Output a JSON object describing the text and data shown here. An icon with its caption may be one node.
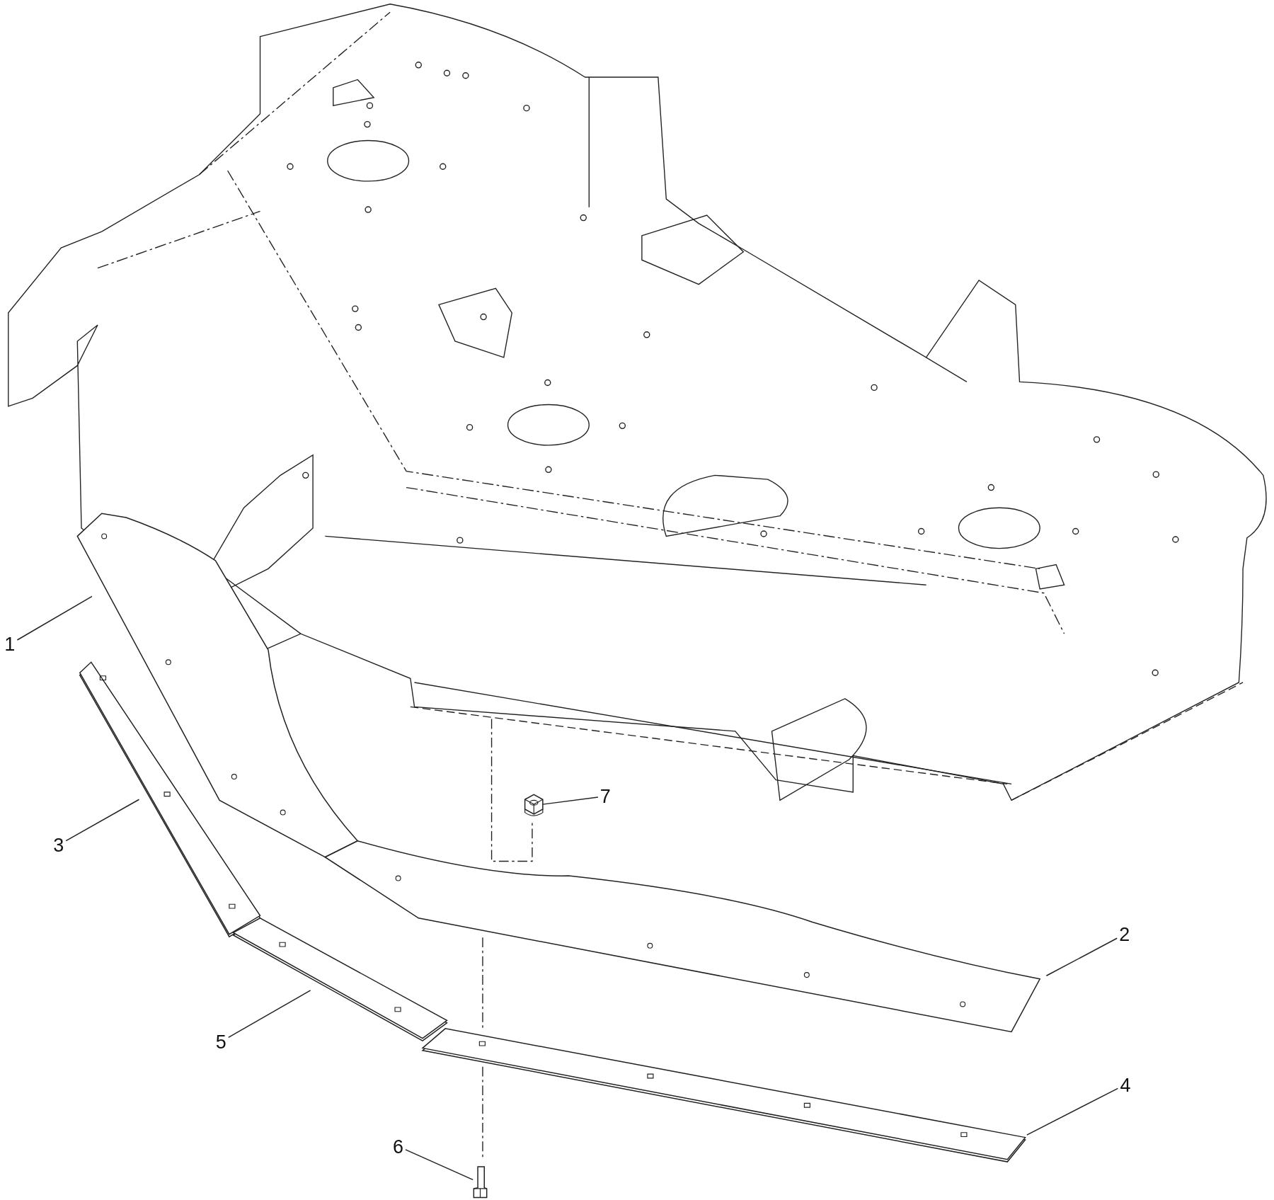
{
  "diagram": {
    "nodes": [
      {
        "text": [
          "1"
        ]
      },
      {
        "text": [
          "7"
        ]
      },
      {
        "text": [
          "3"
        ]
      },
      {
        "text": [
          "2"
        ]
      },
      {
        "text": [
          "5"
        ]
      },
      {
        "text": [
          "4"
        ]
      },
      {
        "text": [
          "6"
        ]
      },
      {
        "text": [],
        "shape": "picture"
      },
      {
        "text": [],
        "shape": "picture"
      },
      {
        "text": [],
        "shape": "bar"
      },
      {
        "text": [],
        "shape": "picture"
      },
      {
        "text": [],
        "shape": "bar"
      },
      {
        "text": [],
        "shape": "bar"
      },
      {
        "text": [],
        "shape": "picture"
      }
    ],
    "edges": [
      {
        "from": 0,
        "to": 7,
        "arrow": "none"
      },
      {
        "from": 1,
        "to": 8,
        "arrow": "none"
      },
      {
        "from": 2,
        "to": 9,
        "arrow": "none"
      },
      {
        "from": 3,
        "to": 10,
        "arrow": "none"
      },
      {
        "from": 4,
        "to": 11,
        "arrow": "none"
      },
      {
        "from": 5,
        "to": 12,
        "arrow": "none"
      },
      {
        "from": 6,
        "to": 13,
        "arrow": "none"
      }
    ]
  }
}
